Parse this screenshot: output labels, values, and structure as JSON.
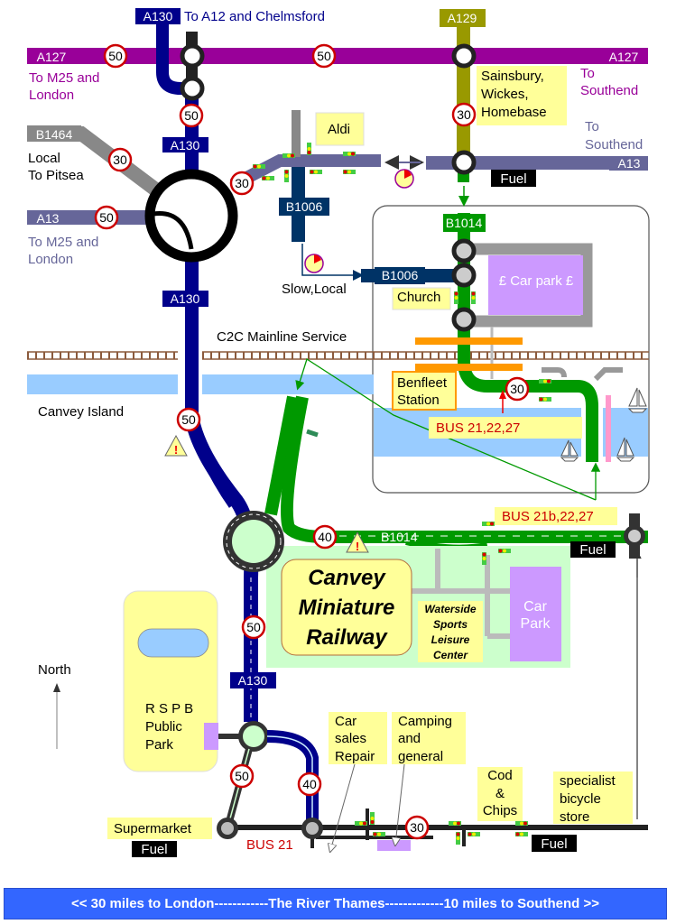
{
  "roads": {
    "a130_top": "A130",
    "a130_top_dest": "To A12 and Chelmsford",
    "a127_left": "A127",
    "a127_left_dest": [
      "To M25 and",
      "London"
    ],
    "a127_right": "A127",
    "a127_right_dest": [
      "To",
      "Southend"
    ],
    "a129": "A129",
    "a130_mid": "A130",
    "a130_lower": "A130",
    "a130_south": "A130",
    "b1464": "B1464",
    "b1464_dest": [
      "Local",
      "To Pitsea"
    ],
    "a13_left": "A13",
    "a13_left_dest": [
      "To M25 and",
      "London"
    ],
    "a13_right": "A13",
    "a13_right_dest": [
      "To",
      "Southend"
    ],
    "b1006_north": "B1006",
    "b1006_east": "B1006",
    "b1014_north": "B1014",
    "b1014_canvey": "B1014"
  },
  "speed_limits": {
    "a127_west": "50",
    "a127_mid": "50",
    "a130_north": "50",
    "a129": "30",
    "b1464": "30",
    "a13_west": "50",
    "a13_east_spur": "30",
    "benfleet": "30",
    "a130_canvey": "50",
    "b1014_canvey": "40",
    "a130_south": "50",
    "south_spur_left": "50",
    "south_spur_right": "40",
    "bottom_road": "30"
  },
  "places": {
    "aldi": "Aldi",
    "sainsbury": [
      "Sainsbury,",
      "Wickes,",
      "Homebase"
    ],
    "fuel_a13": "Fuel",
    "slow_local": "Slow,Local",
    "church": "Church",
    "car_park_benfleet": "£ Car park £",
    "rail_line": "C2C Mainline Service",
    "benfleet_station": [
      "Benfleet",
      "Station"
    ],
    "bus_benfleet": "BUS 21,22,27",
    "canvey_island": "Canvey Island",
    "bus_canvey": "BUS 21b,22,27",
    "fuel_canvey": "Fuel",
    "railway": [
      "Canvey",
      "Miniature",
      "Railway"
    ],
    "waterside": [
      "Waterside",
      "Sports",
      "Leisure",
      "Center"
    ],
    "car_park_canvey": [
      "Car",
      "Park"
    ],
    "north": "North",
    "rspb": [
      "R S P B",
      "Public",
      "Park"
    ],
    "supermarket": "Supermarket",
    "fuel_supermarket": "Fuel",
    "bus_21": "BUS 21",
    "car_sales": [
      "Car",
      "sales",
      "Repair"
    ],
    "camping": [
      "Camping",
      "and",
      "general"
    ],
    "cod_chips": [
      "Cod",
      "&",
      "Chips"
    ],
    "bicycle": [
      "specialist",
      "bicycle",
      "store"
    ],
    "fuel_bottom": "Fuel"
  },
  "footer": "<< 30 miles to London------------The River Thames-------------10 miles to Southend >>",
  "colors": {
    "a127": "#990099",
    "a130": "#00008b",
    "a129": "#999900",
    "a13": "#666699",
    "b1464": "#888888",
    "b1006": "#003366",
    "b1014": "#009900",
    "water": "#99ccff",
    "note_bg": "#ffff99",
    "car_park": "#cc99ff",
    "footer_bg": "#3366ff"
  }
}
